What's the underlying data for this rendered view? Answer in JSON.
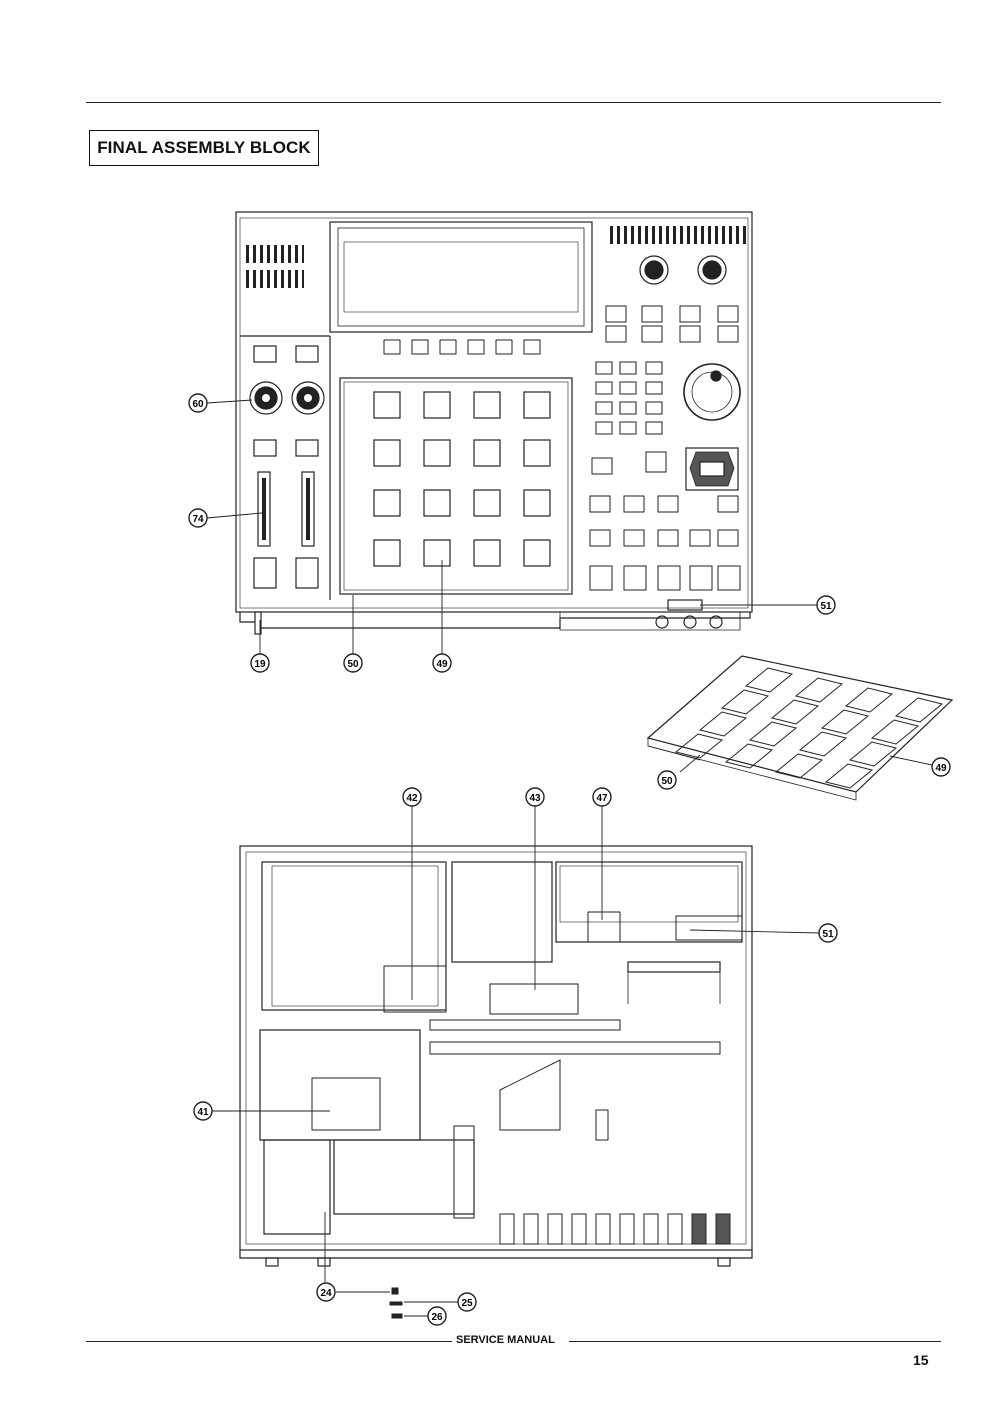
{
  "page": {
    "title": "FINAL ASSEMBLY BLOCK",
    "footer_label": "SERVICE MANUAL",
    "page_number": "15"
  },
  "callouts": {
    "c60": "60",
    "c74": "74",
    "c19": "19",
    "c50a": "50",
    "c49a": "49",
    "c51a": "51",
    "c50b": "50",
    "c49b": "49",
    "c42": "42",
    "c43": "43",
    "c47": "47",
    "c51b": "51",
    "c41": "41",
    "c24": "24",
    "c25": "25",
    "c26": "26"
  }
}
